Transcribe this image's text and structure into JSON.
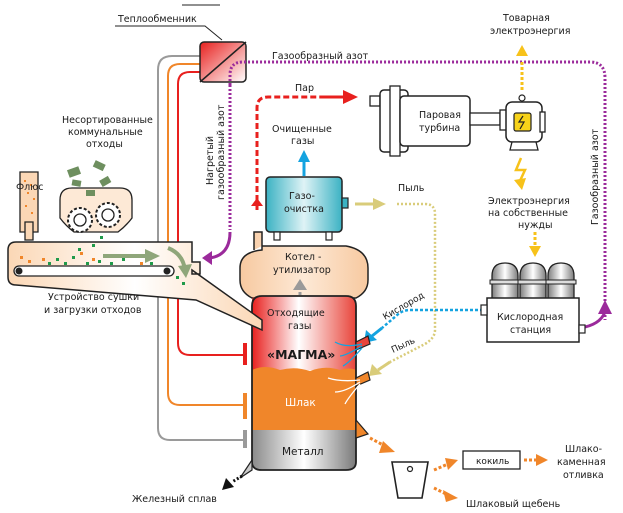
{
  "title": "Плазменная газификация твёрдых коммунальных отходов",
  "labels": {
    "heat_exchanger": "Теплообменник",
    "gaseous_nitrogen_top": "Газообразный азот",
    "gaseous_nitrogen_right": "Газообразный азот",
    "heated_nitrogen_1": "Нагретый",
    "heated_nitrogen_2": "газообразный азот",
    "steam": "Пар",
    "steam_turbine_1": "Паровая",
    "steam_turbine_2": "турбина",
    "commercial_power_1": "Товарная",
    "commercial_power_2": "электроэнергия",
    "own_power_1": "Электроэнергия",
    "own_power_2": "на собственные",
    "own_power_3": "нужды",
    "cleaned_gases_1": "Очищенные",
    "cleaned_gases_2": "газы",
    "gas_cleaning_1": "Газо-",
    "gas_cleaning_2": "очистка",
    "dust_1": "Пыль",
    "dust_2": "Пыль",
    "oxygen": "Кислород",
    "oxygen_station_1": "Кислородная",
    "oxygen_station_2": "станция",
    "unsorted_waste_1": "Несортированные",
    "unsorted_waste_2": "коммунальные",
    "unsorted_waste_3": "отходы",
    "flux": "Флюс",
    "dryer_1": "Устройство сушки",
    "dryer_2": "и загрузки отходов",
    "boiler_1": "Котел -",
    "boiler_2": "утилизатор",
    "offgas_1": "Отходящие",
    "offgas_2": "газы",
    "magma": "«МАГМА»",
    "slag": "Шлак",
    "metal": "Металл",
    "iron_alloy": "Железный сплав",
    "mold": "кокиль",
    "slag_casting_1": "Шлако-",
    "slag_casting_2": "каменная",
    "slag_casting_3": "отливка",
    "slag_gravel": "Шлаковый щебень"
  },
  "icons": {
    "generator": "electric-generator-icon",
    "lightning": "lightning-bolt-icon",
    "gears": "shredder-gears-icon",
    "ladle": "slag-ladle-icon"
  },
  "colors": {
    "nitrogen": "#9b2a9b",
    "steam": "#e8201e",
    "electricity": "#f7c21a",
    "dust": "#d9cc7a",
    "oxygen": "#14a3e0",
    "slag": "#f0862a",
    "metal": "#9a9a9a",
    "magma": "#e8201e",
    "waste": "#6e8f5f"
  }
}
